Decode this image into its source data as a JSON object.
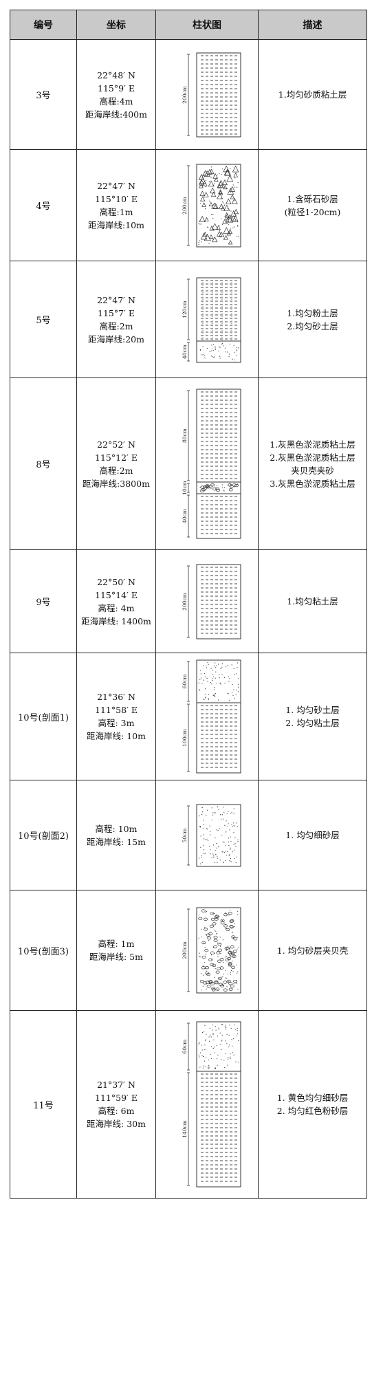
{
  "headers": [
    "编号",
    "坐标",
    "柱状图",
    "描述"
  ],
  "rows": [
    {
      "code": "3号",
      "coords": [
        "22°48′ N",
        "115°9′ E",
        "高程:4m",
        "距海岸线:400m"
      ],
      "layers": [
        {
          "depth": "200cm",
          "pattern": "silty-clay"
        }
      ],
      "description": [
        "1.均匀砂质粘土层"
      ]
    },
    {
      "code": "4号",
      "coords": [
        "22°47′ N",
        "115°10′ E",
        "高程:1m",
        "距海岸线:10m"
      ],
      "layers": [
        {
          "depth": "200cm",
          "pattern": "gravel"
        }
      ],
      "description": [
        "1.含砾石砂层",
        "(粒径1-20cm)"
      ]
    },
    {
      "code": "5号",
      "coords": [
        "22°47′ N",
        "115°7′ E",
        "高程:2m",
        "距海岸线:20m"
      ],
      "layers": [
        {
          "depth": "120cm",
          "pattern": "silt"
        },
        {
          "depth": "40cm",
          "pattern": "sand"
        }
      ],
      "description": [
        "1.均匀粉土层",
        "2.均匀砂土层"
      ]
    },
    {
      "code": "8号",
      "coords": [
        "22°52′ N",
        "115°12′ E",
        "高程:2m",
        "距海岸线:3800m"
      ],
      "layers": [
        {
          "depth": "80cm",
          "pattern": "silty-clay"
        },
        {
          "depth": "10cm",
          "pattern": "shell"
        },
        {
          "depth": "40cm",
          "pattern": "silty-clay"
        }
      ],
      "description": [
        "1.灰黑色淤泥质粘土层",
        "2.灰黑色淤泥质粘土层",
        "夹贝壳夹砂",
        "3.灰黑色淤泥质粘土层"
      ]
    },
    {
      "code": "9号",
      "coords": [
        "22°50′ N",
        "115°14′ E",
        "高程: 4m",
        "距海岸线: 1400m"
      ],
      "layers": [
        {
          "depth": "200cm",
          "pattern": "silty-clay"
        }
      ],
      "description": [
        "1.均匀粘土层"
      ]
    },
    {
      "code": "10号(剖面1)",
      "coords": [
        "21°36′ N",
        "111°58′ E",
        "高程: 3m",
        "距海岸线: 10m"
      ],
      "layers": [
        {
          "depth": "60cm",
          "pattern": "sand"
        },
        {
          "depth": "100cm",
          "pattern": "silty-clay"
        }
      ],
      "description": [
        "1. 均匀砂土层",
        "2. 均匀粘土层"
      ]
    },
    {
      "code": "10号(剖面2)",
      "coords": [
        "高程: 10m",
        "距海岸线: 15m"
      ],
      "layers": [
        {
          "depth": "50cm",
          "pattern": "sand"
        }
      ],
      "description": [
        "1. 均匀细砂层"
      ]
    },
    {
      "code": "10号(剖面3)",
      "coords": [
        "高程: 1m",
        "距海岸线: 5m"
      ],
      "layers": [
        {
          "depth": "200cm",
          "pattern": "shell-sand"
        }
      ],
      "description": [
        "1. 均匀砂层夹贝壳"
      ]
    },
    {
      "code": "11号",
      "coords": [
        "21°37′ N",
        "111°59′ E",
        "高程: 6m",
        "距海岸线: 30m"
      ],
      "layers": [
        {
          "depth": "60cm",
          "pattern": "sand"
        },
        {
          "depth": "140cm",
          "pattern": "silty-clay"
        }
      ],
      "description": [
        "1. 黄色均匀细砂层",
        "2. 均匀红色粉砂层"
      ]
    }
  ]
}
